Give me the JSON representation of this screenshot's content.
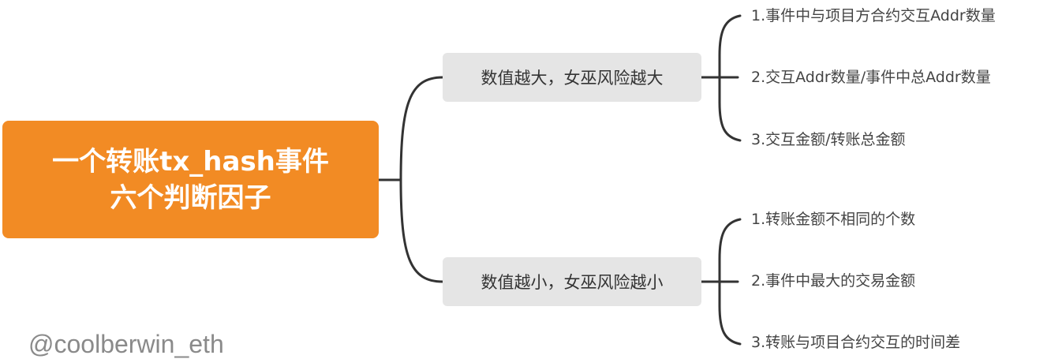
{
  "root": {
    "line1": "一个转账tx_hash事件",
    "line2": "六个判断因子"
  },
  "branches": [
    {
      "label": "数值越大，女巫风险越大",
      "leaves": [
        "1.事件中与项目方合约交互Addr数量",
        "2.交互Addr数量/事件中总Addr数量",
        "3.交互金额/转账总金额"
      ]
    },
    {
      "label": "数值越小，女巫风险越小",
      "leaves": [
        "1.转账金额不相同的个数",
        "2.事件中最大的交易金额",
        "3.转账与项目合约交互的时间差"
      ]
    }
  ],
  "watermark": "@coolberwin_eth",
  "colors": {
    "root": "#f28b24",
    "branch": "#e5e5e5",
    "line": "#333333"
  }
}
